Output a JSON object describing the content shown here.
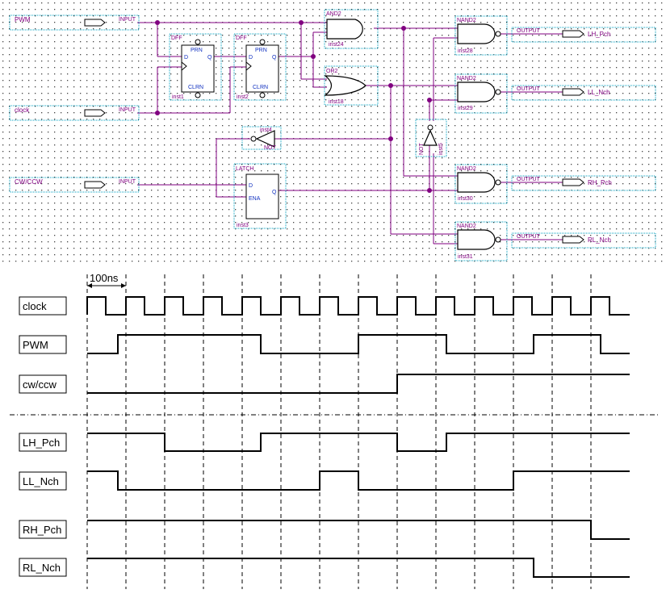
{
  "schematic": {
    "inputs": [
      {
        "name": "PWM",
        "tag": "INPUT"
      },
      {
        "name": "clock",
        "tag": "INPUT"
      },
      {
        "name": "CW/CCW",
        "tag": "INPUT"
      }
    ],
    "outputs": [
      {
        "name": "LH_Pch",
        "tag": "OUTPUT"
      },
      {
        "name": "LL_Nch",
        "tag": "OUTPUT"
      },
      {
        "name": "RH_Pch",
        "tag": "OUTPUT"
      },
      {
        "name": "RL_Nch",
        "tag": "OUTPUT"
      }
    ],
    "dff1": {
      "type": "DFF",
      "inst": "inst1",
      "d": "D",
      "q": "Q",
      "prn": "PRN",
      "clrn": "CLRN"
    },
    "dff2": {
      "type": "DFF",
      "inst": "inst2",
      "d": "D",
      "q": "Q",
      "prn": "PRN",
      "clrn": "CLRN"
    },
    "latch": {
      "type": "LATCH",
      "inst": "inst3",
      "d": "D",
      "ena": "ENA",
      "q": "Q"
    },
    "not_gate": {
      "type": "NOT",
      "inst": "inst4"
    },
    "not_gate2": {
      "type": "NOT",
      "inst": "inst5"
    },
    "and_gate": {
      "type": "AND2",
      "inst": "inst24"
    },
    "or_gate": {
      "type": "OR2",
      "inst": "inst18"
    },
    "nand1": {
      "type": "NAND2",
      "inst": "inst28"
    },
    "nand2": {
      "type": "NAND2",
      "inst": "inst29"
    },
    "nand3": {
      "type": "NAND2",
      "inst": "inst30"
    },
    "nand4": {
      "type": "NAND2",
      "inst": "inst31"
    }
  },
  "timing": {
    "scale_label": "100ns",
    "signals": [
      "clock",
      "PWM",
      "cw/ccw",
      "LH_Pch",
      "LL_Nch",
      "RH_Pch",
      "RL_Nch"
    ]
  }
}
